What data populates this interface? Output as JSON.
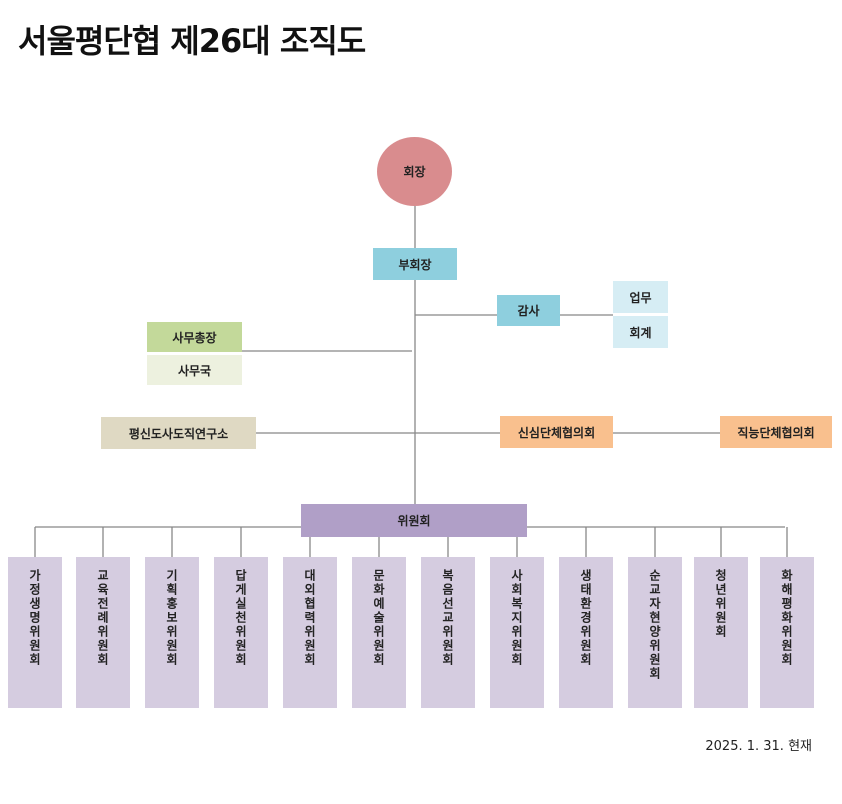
{
  "title": "서울평단협 제26대 조직도",
  "org": {
    "president": "회장",
    "vice_president": "부회장",
    "audit": "감사",
    "audit_sub": [
      "업무",
      "회계"
    ],
    "secretary_general": "사무총장",
    "secretariat": "사무국",
    "institute": "평신도사도직연구소",
    "new_groups_council": "신심단체협의회",
    "vocational_council": "직능단체협의회",
    "committee": "위원회",
    "committees": [
      "가정생명위원회",
      "교육전례위원회",
      "기획홍보위원회",
      "답게실천위원회",
      "대외협력위원회",
      "문화예술위원회",
      "복음선교위원회",
      "사회복지위원회",
      "생태환경위원회",
      "순교자현양위원회",
      "청년위원회",
      "화해평화위원회"
    ]
  },
  "colors": {
    "president": "#d98c8e",
    "blue": "#8ecfde",
    "light_blue": "#d6edf4",
    "green": "#c3d99a",
    "light_green": "#edf1df",
    "beige": "#dfd9c3",
    "orange": "#f9c08e",
    "purple": "#b09fc7",
    "light_purple": "#d5cce0",
    "line": "#888888"
  },
  "footer_date": "2025. 1. 31. 현재"
}
